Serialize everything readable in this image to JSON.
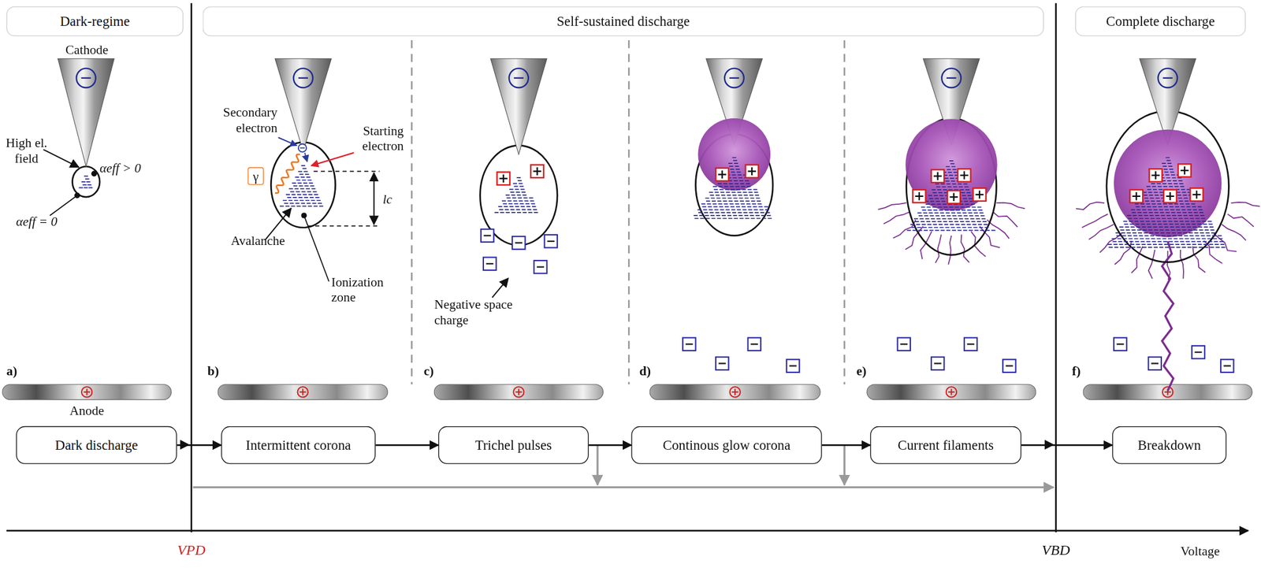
{
  "diagram": {
    "nodes": [
      {
        "text": [
          "Dark-regime"
        ]
      },
      {
        "text": [
          "Self-sustained discharge"
        ]
      },
      {
        "text": [
          "Complete discharge"
        ]
      },
      {
        "text": [
          "γ"
        ]
      },
      {
        "text": [
          "Dark discharge"
        ]
      },
      {
        "text": [
          "Intermittent corona"
        ]
      },
      {
        "text": [
          "Trichel pulses"
        ]
      },
      {
        "text": [
          "Continous glow corona"
        ]
      },
      {
        "text": [
          "Current filaments"
        ]
      },
      {
        "text": [
          "Breakdown"
        ]
      }
    ],
    "edges": [
      {
        "from": 4,
        "to": 5,
        "arrow": "to"
      },
      {
        "from": 5,
        "to": 6,
        "arrow": "to"
      },
      {
        "from": 6,
        "to": 7,
        "arrow": "to"
      },
      {
        "from": 7,
        "to": 8,
        "arrow": "to"
      },
      {
        "from": 8,
        "to": 9,
        "arrow": "to"
      }
    ],
    "labels": [
      "Cathode",
      "High el. field",
      "αeff > 0",
      "αeff = 0",
      "a)",
      "Anode",
      "Secondary electron",
      "Starting electron",
      "lc",
      "Avalanche",
      "Ionization zone",
      "b)",
      "Negative space charge",
      "c)",
      "d)",
      "e)",
      "f)",
      "VPD",
      "VBD",
      "Voltage"
    ]
  }
}
